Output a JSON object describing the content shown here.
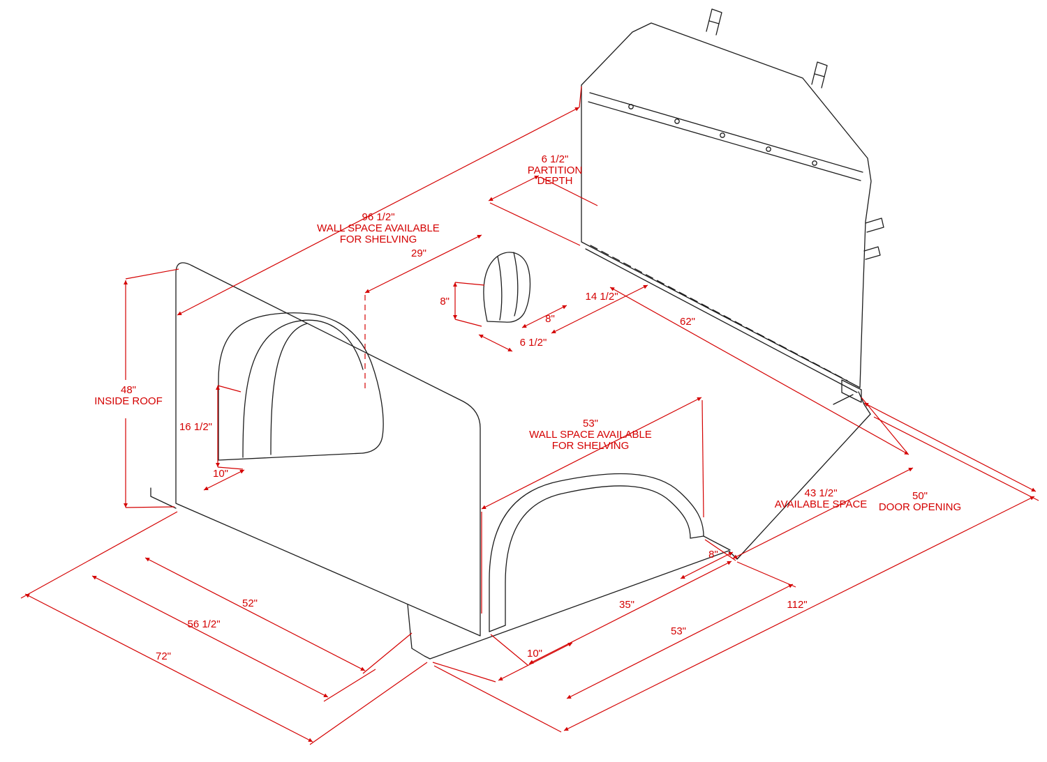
{
  "drawing": {
    "type": "isometric-van-interior-dimension-drawing",
    "background": "#ffffff",
    "geometry_color": "#1c1c1c",
    "dimension_color": "#d40000"
  },
  "dimensions": {
    "partition_depth": {
      "value": "6 1/2\"",
      "line1": "PARTITION",
      "line2": "DEPTH"
    },
    "rear_wall_space": {
      "value": "96 1/2\"",
      "line1": "WALL SPACE AVAILABLE",
      "line2": "FOR SHELVING"
    },
    "dim_29": {
      "value": "29\""
    },
    "hump_height": {
      "value": "8\""
    },
    "hump_side": {
      "value": "8\""
    },
    "hump_depth": {
      "value": "6 1/2\""
    },
    "dim_14_5": {
      "value": "14 1/2\""
    },
    "dim_62": {
      "value": "62\""
    },
    "inside_roof": {
      "value": "48\"",
      "line1": "INSIDE ROOF"
    },
    "wheel_well_height": {
      "value": "16 1/2\""
    },
    "wheel_well_offset": {
      "value": "10\""
    },
    "side_wall_space": {
      "value": "53\"",
      "line1": "WALL SPACE AVAILABLE",
      "line2": "FOR SHELVING"
    },
    "available_space": {
      "value": "43 1/2\"",
      "line1": "AVAILABLE SPACE"
    },
    "door_opening": {
      "value": "50\"",
      "line1": "DOOR OPENING"
    },
    "rear_gap": {
      "value": "8\""
    },
    "dim_52": {
      "value": "52\""
    },
    "dim_35": {
      "value": "35\""
    },
    "dim_56_5": {
      "value": "56 1/2\""
    },
    "dim_53_floor": {
      "value": "53\""
    },
    "dim_112": {
      "value": "112\""
    },
    "dim_10_floor": {
      "value": "10\""
    },
    "dim_72": {
      "value": "72\""
    }
  }
}
